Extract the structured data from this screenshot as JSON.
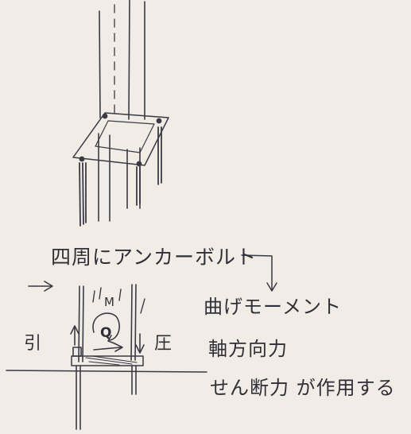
{
  "diagram": {
    "notes": {
      "anchor_bolts": "四周にアンカーボルト",
      "bending_moment": "曲げモーメント",
      "axial_force": "軸方向力",
      "shear_force": "せん断力 が作用する"
    },
    "labels": {
      "tension": "引",
      "compression": "圧",
      "moment_symbol": "M",
      "shear_symbol": "Q"
    },
    "colors": {
      "paper": "#f1ede6",
      "ink": "#2f2f38",
      "pencil": "#4a4a55"
    }
  }
}
